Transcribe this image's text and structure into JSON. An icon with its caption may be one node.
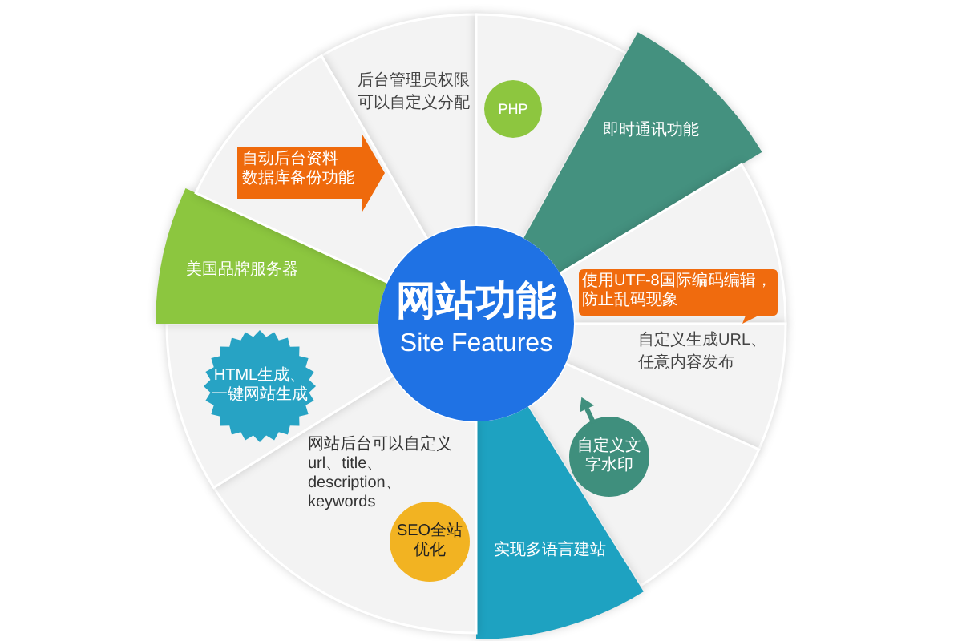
{
  "diagram": {
    "nodes": [
      {
        "text": [
          "网站功能",
          "Site Features"
        ]
      },
      {
        "text": [
          "后台管理员权限可以自定义分配"
        ]
      },
      {
        "text": [],
        "shape": "wedge"
      },
      {
        "text": [
          "PHP"
        ],
        "in": 2
      },
      {
        "text": [
          "即时通讯功能"
        ]
      },
      {
        "text": [],
        "shape": "wedge"
      },
      {
        "text": [
          "使用UTF-8国际编码编辑，防止乱码现象"
        ],
        "in": 5
      },
      {
        "text": [
          "自定义生成URL、任意内容发布"
        ]
      },
      {
        "text": [],
        "shape": "wedge"
      },
      {
        "text": [
          "自定义文字水印"
        ],
        "in": 8
      },
      {
        "text": [
          "实现多语言建站"
        ]
      },
      {
        "text": [
          "网站后台可以自定义url、title、description、keywords"
        ]
      },
      {
        "text": [
          "SEO全站优化"
        ],
        "in": 11
      },
      {
        "text": [],
        "shape": "wedge"
      },
      {
        "text": [
          "HTML生成、一键网站生成"
        ],
        "in": 13
      },
      {
        "text": [
          "美国品牌服务器"
        ]
      },
      {
        "text": [],
        "shape": "wedge"
      },
      {
        "text": [
          "自动后台资料数据库备份功能"
        ],
        "in": 16
      }
    ]
  }
}
